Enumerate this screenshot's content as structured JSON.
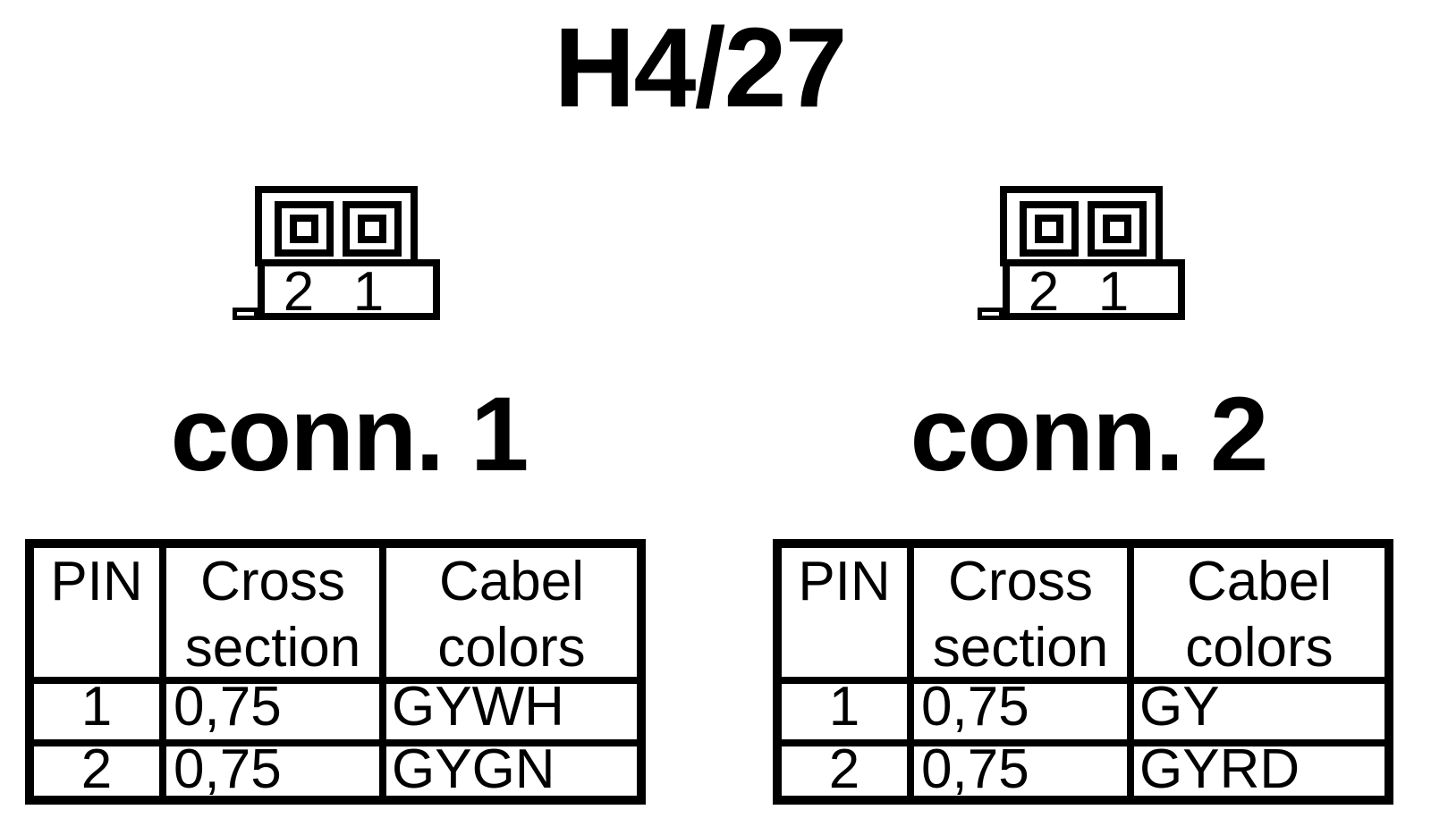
{
  "title": "H4/27",
  "colors": {
    "ink": "#000000",
    "paper": "#ffffff"
  },
  "connectors": [
    {
      "label": "conn. 1",
      "pins": [
        "2",
        "1"
      ],
      "table": {
        "headers": [
          "PIN",
          "Cross section",
          "Cabel colors"
        ],
        "rows": [
          {
            "pin": "1",
            "cross_section": "0,75",
            "cable_color": "GYWH"
          },
          {
            "pin": "2",
            "cross_section": "0,75",
            "cable_color": "GYGN"
          }
        ]
      }
    },
    {
      "label": "conn. 2",
      "pins": [
        "2",
        "1"
      ],
      "table": {
        "headers": [
          "PIN",
          "Cross section",
          "Cabel colors"
        ],
        "rows": [
          {
            "pin": "1",
            "cross_section": "0,75",
            "cable_color": "GY"
          },
          {
            "pin": "2",
            "cross_section": "0,75",
            "cable_color": "GYRD"
          }
        ]
      }
    }
  ]
}
